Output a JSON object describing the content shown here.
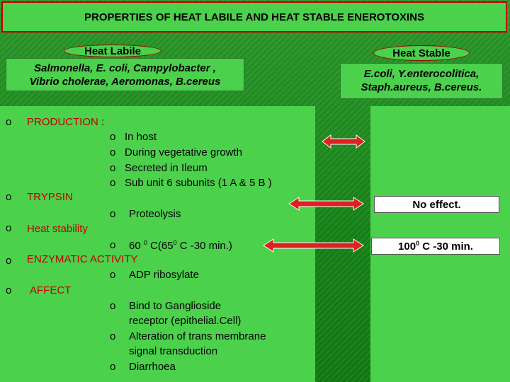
{
  "title": "PROPERTIES OF HEAT LABILE AND HEAT STABLE ENEROTOXINS",
  "heat_labile": {
    "label": "Heat Labile",
    "organisms_line1": "Salmonella, E. coli, Campylobacter ,",
    "organisms_line2": "Vibrio cholerae, Aeromonas, B.cereus"
  },
  "heat_stable": {
    "label": "Heat Stable",
    "organisms_line1": "E.coli, Y.enterocolitica,",
    "organisms_line2": "Staph.aureus, B.cereus."
  },
  "bullet_marker": "o",
  "production": {
    "heading": "PRODUCTION",
    "colon": ":",
    "items": [
      "In host",
      "During vegetative growth",
      "Secreted in Ileum",
      "Sub unit 6 subunits (1 A & 5 B )"
    ]
  },
  "trypsin": {
    "heading": "TRYPSIN",
    "item": "Proteolysis",
    "stable_result": "No  effect."
  },
  "heat_stability": {
    "heading": "Heat stability",
    "item_prefix": "60",
    "item_sup1": "0",
    "item_mid": " C(65",
    "item_sup2": "0",
    "item_suffix": "  C -30 min.)",
    "stable_prefix": "100",
    "stable_sup": "0",
    "stable_suffix": "  C -30 min."
  },
  "enzymatic": {
    "heading": "ENZYMATIC ACTIVITY",
    "item": "ADP ribosylate"
  },
  "affect": {
    "heading": "AFFECT",
    "items": [
      {
        "line1": "Bind to Ganglioside",
        "line2": "receptor (epithelial.Cell)"
      },
      {
        "line1": "Alteration of trans membrane",
        "line2": "signal transduction"
      },
      {
        "line1": "Diarrhoea"
      }
    ]
  },
  "colors": {
    "background": "#1a8a1a",
    "panel": "#4cd14c",
    "heading_red": "#c00000",
    "arrow_red": "#e02020"
  }
}
